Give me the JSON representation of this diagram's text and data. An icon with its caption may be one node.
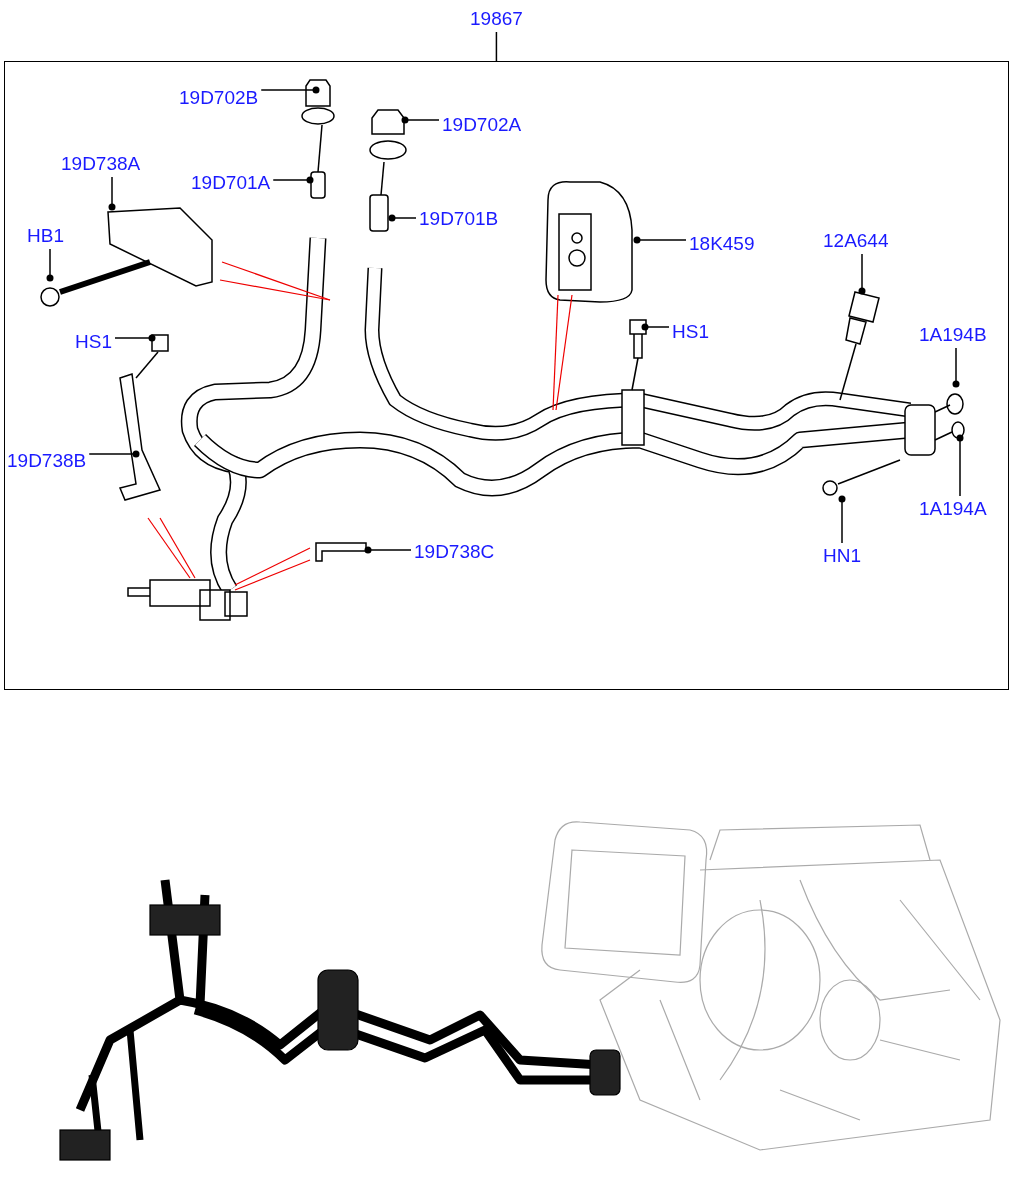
{
  "diagram": {
    "nodes": [
      {
        "text": [
          "19867"
        ]
      },
      {
        "text": [],
        "shape": "box"
      },
      {
        "text": [
          "19D702B"
        ],
        "in": 1
      },
      {
        "text": [
          "19D702A"
        ],
        "in": 1
      },
      {
        "text": [
          "19D738A"
        ],
        "in": 1
      },
      {
        "text": [
          "19D701A"
        ],
        "in": 1
      },
      {
        "text": [
          "19D701B"
        ],
        "in": 1
      },
      {
        "text": [
          "18K459"
        ],
        "in": 1
      },
      {
        "text": [
          "HB1"
        ],
        "in": 1
      },
      {
        "text": [
          "12A644"
        ],
        "in": 1
      },
      {
        "text": [
          "HS1"
        ],
        "in": 1
      },
      {
        "text": [
          "HS1"
        ],
        "in": 1
      },
      {
        "text": [
          "1A194B"
        ],
        "in": 1
      },
      {
        "text": [
          "19D738B"
        ],
        "in": 1
      },
      {
        "text": [
          "1A194A"
        ],
        "in": 1
      },
      {
        "text": [
          "19D738C"
        ],
        "in": 1
      },
      {
        "text": [
          "HN1"
        ],
        "in": 1
      }
    ],
    "edges": [
      {
        "from": 0,
        "to": 1,
        "arrow": "none"
      },
      {
        "from": 2,
        "to": null,
        "arrow": "other"
      },
      {
        "from": 3,
        "to": null,
        "arrow": "other"
      },
      {
        "from": 4,
        "to": null,
        "arrow": "other"
      },
      {
        "from": 5,
        "to": null,
        "arrow": "other"
      },
      {
        "from": 6,
        "to": null,
        "arrow": "other"
      },
      {
        "from": 7,
        "to": null,
        "arrow": "other"
      },
      {
        "from": 8,
        "to": null,
        "arrow": "other"
      },
      {
        "from": 9,
        "to": null,
        "arrow": "other"
      },
      {
        "from": 10,
        "to": null,
        "arrow": "other"
      },
      {
        "from": 11,
        "to": null,
        "arrow": "other"
      },
      {
        "from": 12,
        "to": null,
        "arrow": "other"
      },
      {
        "from": 13,
        "to": null,
        "arrow": "other"
      },
      {
        "from": 14,
        "to": null,
        "arrow": "other"
      },
      {
        "from": 15,
        "to": null,
        "arrow": "other"
      },
      {
        "from": 16,
        "to": null,
        "arrow": "other"
      }
    ]
  }
}
